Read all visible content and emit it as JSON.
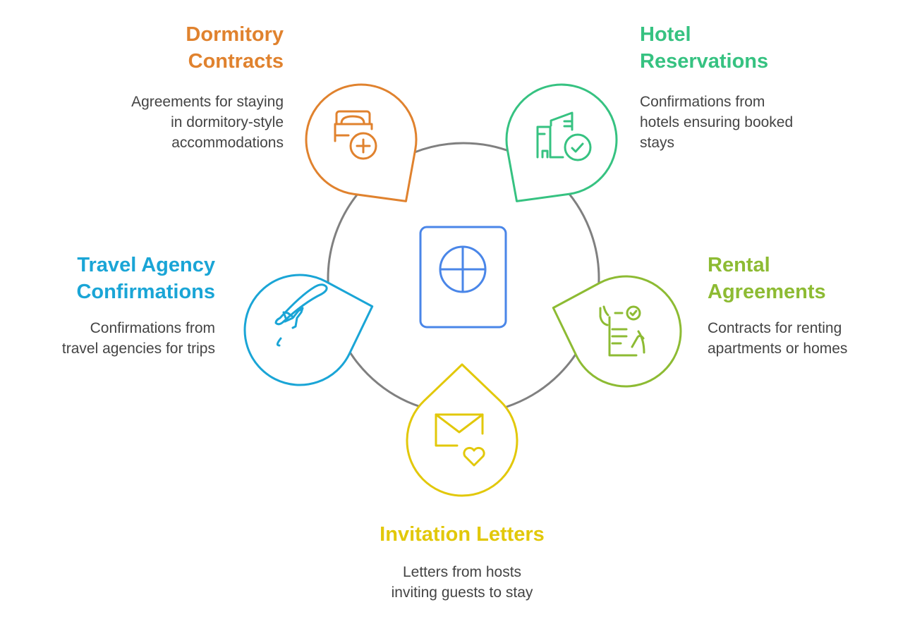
{
  "colors": {
    "ring": "#808080",
    "center": "#4a86e8",
    "dormitory": "#e0822e",
    "hotel": "#36c281",
    "travel": "#1aa5d6",
    "rental": "#8dbb33",
    "invitation": "#e2c80a"
  },
  "center": {
    "icon": "passport-icon"
  },
  "items": [
    {
      "title_line1": "Dormitory",
      "title_line2": "Contracts",
      "desc": [
        "Agreements for staying",
        "in dormitory-style",
        "accommodations"
      ],
      "icon": "bed-plus-icon"
    },
    {
      "title_line1": "Hotel",
      "title_line2": "Reservations",
      "desc": [
        "Confirmations from",
        "hotels ensuring booked",
        "stays"
      ],
      "icon": "building-check-icon"
    },
    {
      "title_line1": "Travel Agency",
      "title_line2": "Confirmations",
      "desc": [
        "Confirmations from",
        "travel agencies for trips"
      ],
      "icon": "airplane-orbit-icon"
    },
    {
      "title_line1": "Rental",
      "title_line2": "Agreements",
      "desc": [
        "Contracts for renting",
        "apartments or homes"
      ],
      "icon": "contract-hand-icon"
    },
    {
      "title_line1": "Invitation Letters",
      "desc": [
        "Letters from hosts",
        "inviting guests to stay"
      ],
      "icon": "envelope-heart-icon"
    }
  ]
}
